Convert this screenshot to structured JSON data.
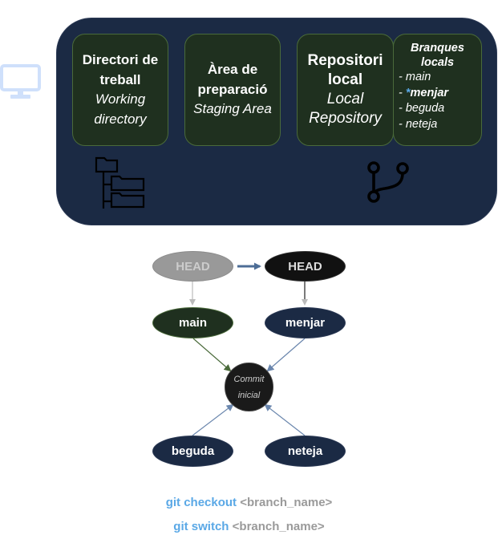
{
  "areas": {
    "working": {
      "title": "Directori de treball",
      "subtitle": "Working directory"
    },
    "staging": {
      "title": "Àrea de preparació",
      "subtitle": "Staging Area"
    },
    "repo": {
      "title": "Repositori local",
      "subtitle": "Local Repository"
    }
  },
  "branches_card": {
    "heading": "Branques locals",
    "items": [
      {
        "prefix": "- ",
        "marker": "",
        "name": "main",
        "active": false
      },
      {
        "prefix": "- ",
        "marker": "*",
        "name": "menjar",
        "active": true
      },
      {
        "prefix": "- ",
        "marker": "",
        "name": "beguda",
        "active": false
      },
      {
        "prefix": "- ",
        "marker": "",
        "name": "neteja",
        "active": false
      }
    ]
  },
  "icons": {
    "computer": "monitor-icon",
    "folder": "folder-tree-icon",
    "branch": "git-branch-icon"
  },
  "graph": {
    "head_old": "HEAD",
    "head_new": "HEAD",
    "main": "main",
    "menjar": "menjar",
    "commit": "Commit inicial",
    "beguda": "beguda",
    "neteja": "neteja"
  },
  "commands": [
    {
      "keyword": "git checkout",
      "arg": "<branch_name>"
    },
    {
      "keyword": "git switch",
      "arg": "<branch_name>"
    }
  ],
  "colors": {
    "panel": "#1b2a44",
    "card": "#1f301f",
    "accent_blue": "#5aa8e6",
    "monitor": "#cfe0fb",
    "head_inactive": "#999999",
    "head_active": "#111111",
    "main_node": "#1f301f",
    "branch_node": "#1b2a44",
    "commit_node": "#1a1a1a"
  }
}
